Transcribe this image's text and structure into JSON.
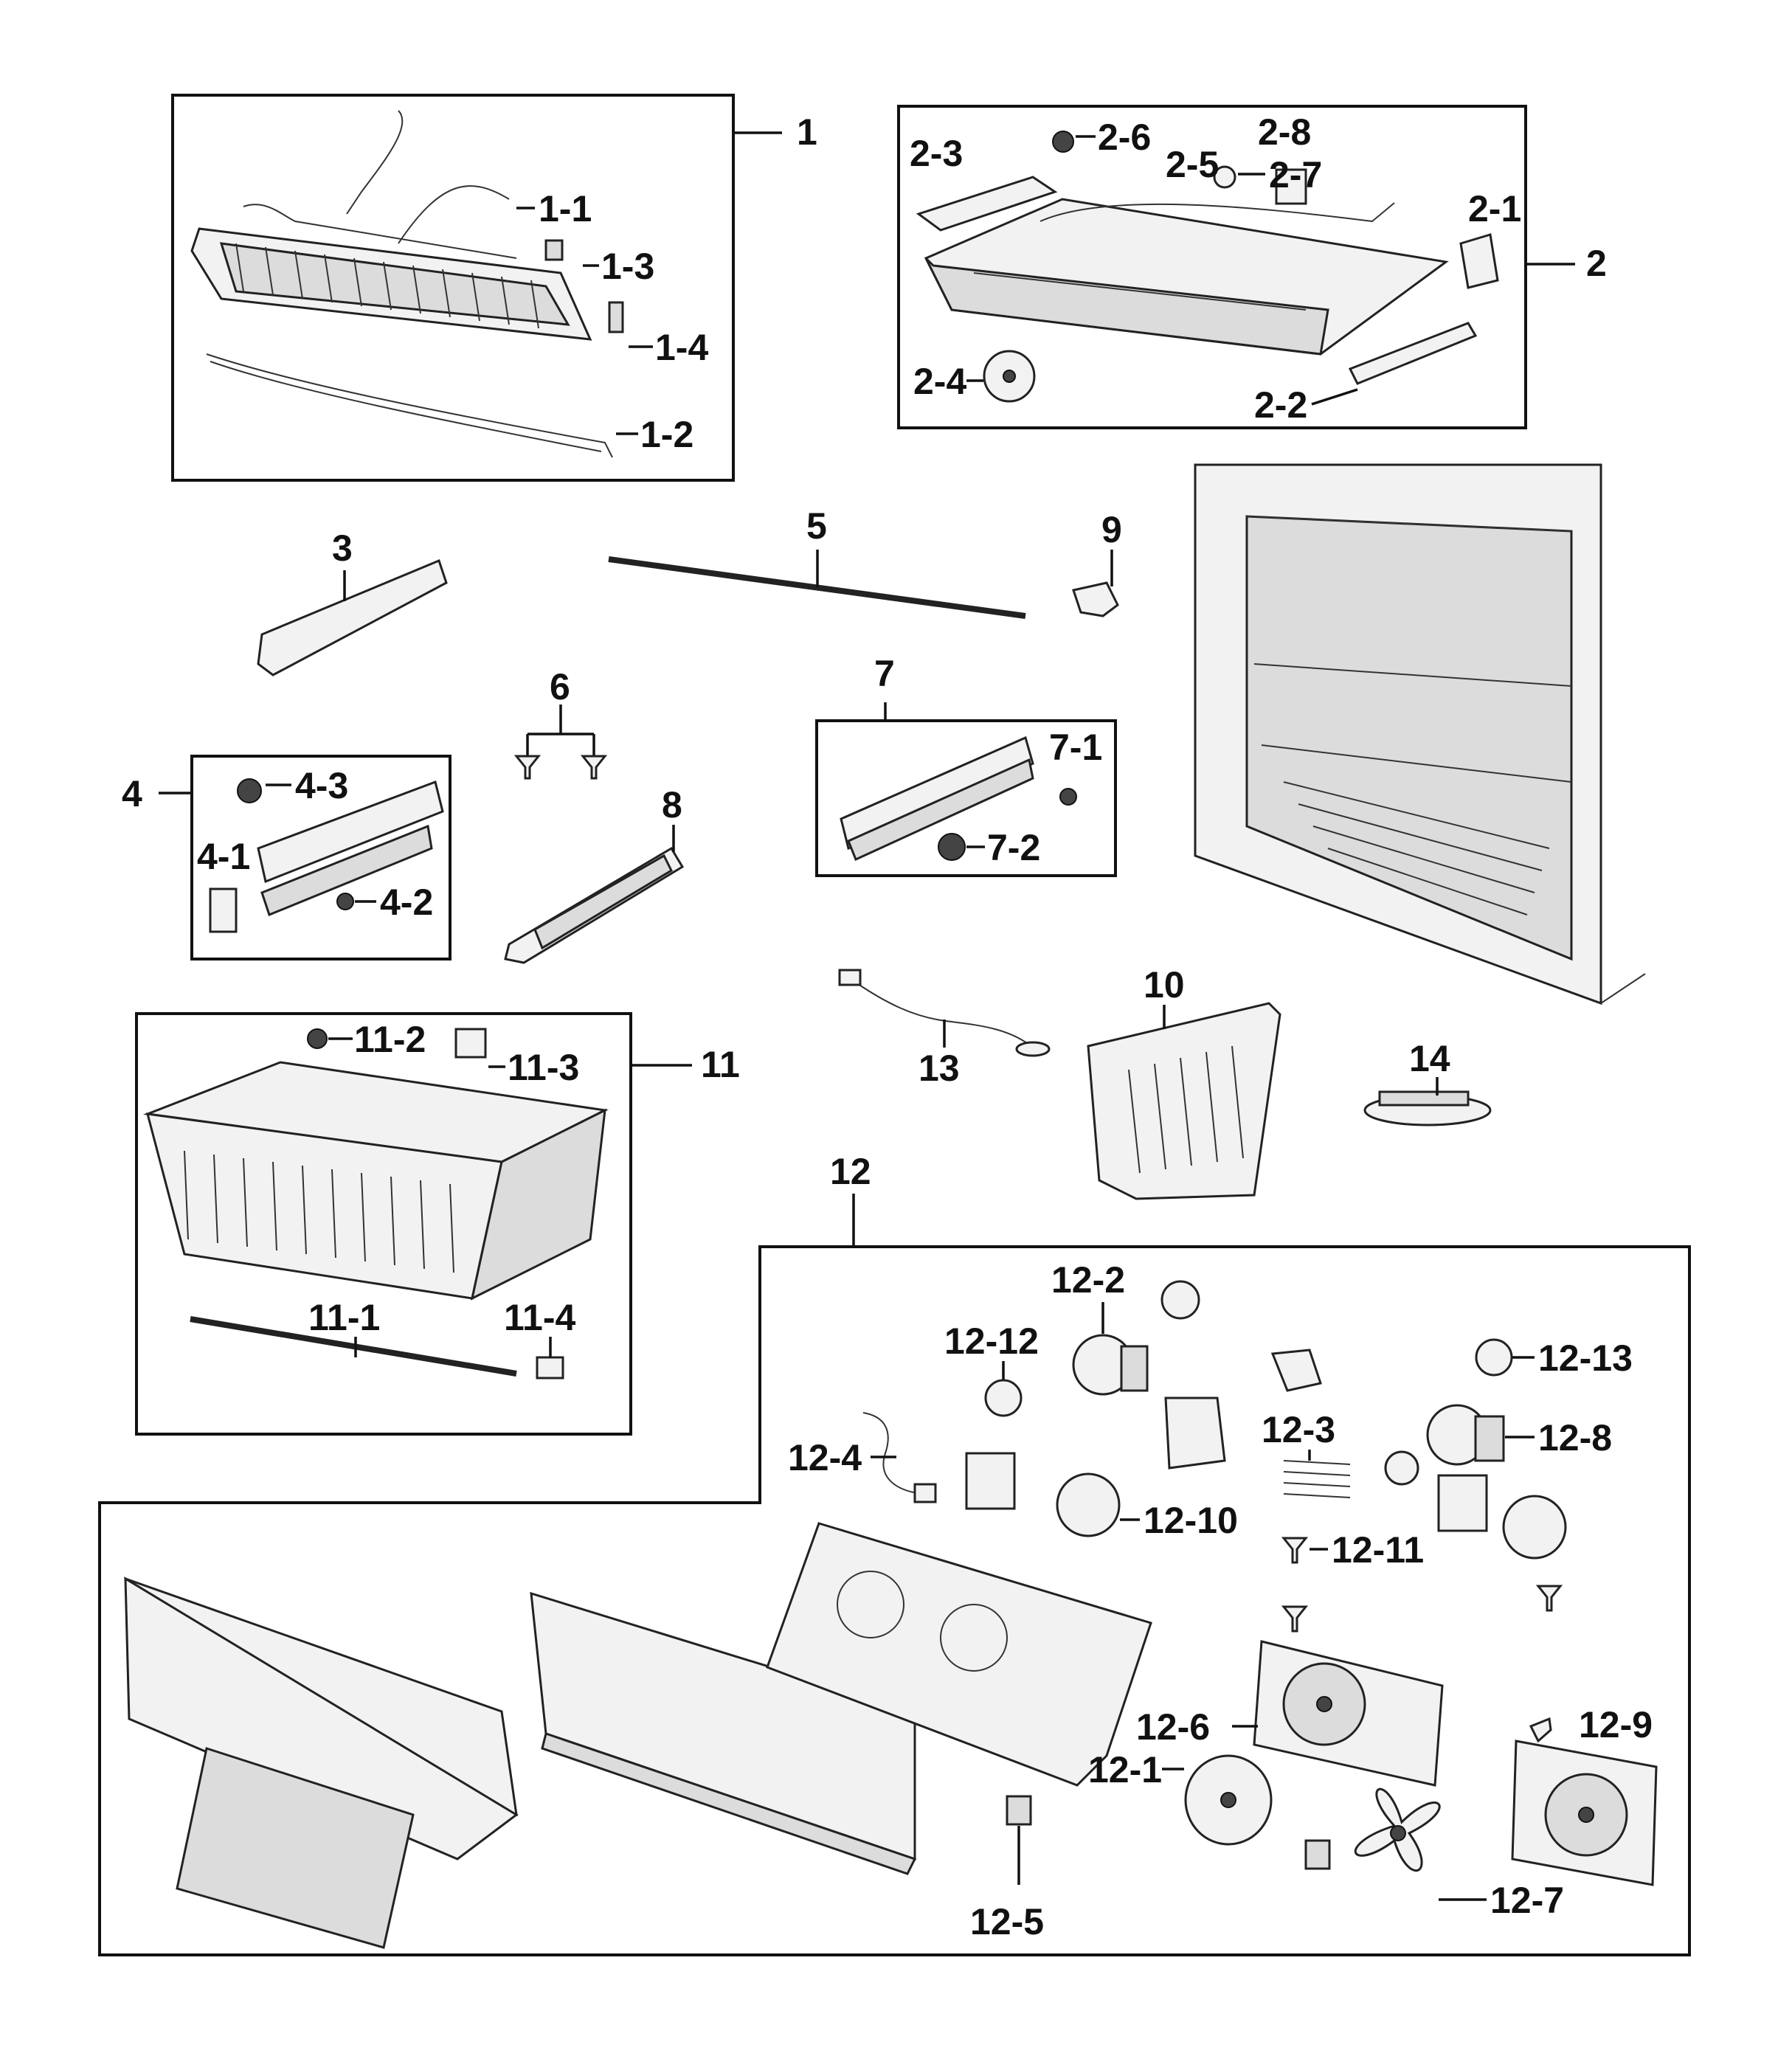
{
  "colors": {
    "ink": "#111111",
    "part_fill": "#f2f2f2",
    "background": "#ffffff"
  },
  "callouts": {
    "c1": "1",
    "c1_1": "1-1",
    "c1_2": "1-2",
    "c1_3": "1-3",
    "c1_4": "1-4",
    "c2": "2",
    "c2_1": "2-1",
    "c2_2": "2-2",
    "c2_3": "2-3",
    "c2_4": "2-4",
    "c2_5": "2-5",
    "c2_6": "2-6",
    "c2_7": "2-7",
    "c2_8": "2-8",
    "c3": "3",
    "c4": "4",
    "c4_1": "4-1",
    "c4_2": "4-2",
    "c4_3": "4-3",
    "c5": "5",
    "c6": "6",
    "c7": "7",
    "c7_1": "7-1",
    "c7_2": "7-2",
    "c8": "8",
    "c9": "9",
    "c10": "10",
    "c11": "11",
    "c11_1": "11-1",
    "c11_2": "11-2",
    "c11_3": "11-3",
    "c11_4": "11-4",
    "c12": "12",
    "c12_1": "12-1",
    "c12_2": "12-2",
    "c12_3": "12-3",
    "c12_4": "12-4",
    "c12_5": "12-5",
    "c12_6": "12-6",
    "c12_7": "12-7",
    "c12_8": "12-8",
    "c12_9": "12-9",
    "c12_10": "12-10",
    "c12_11": "12-11",
    "c12_12": "12-12",
    "c12_13": "12-13",
    "c13": "13",
    "c14": "14"
  }
}
